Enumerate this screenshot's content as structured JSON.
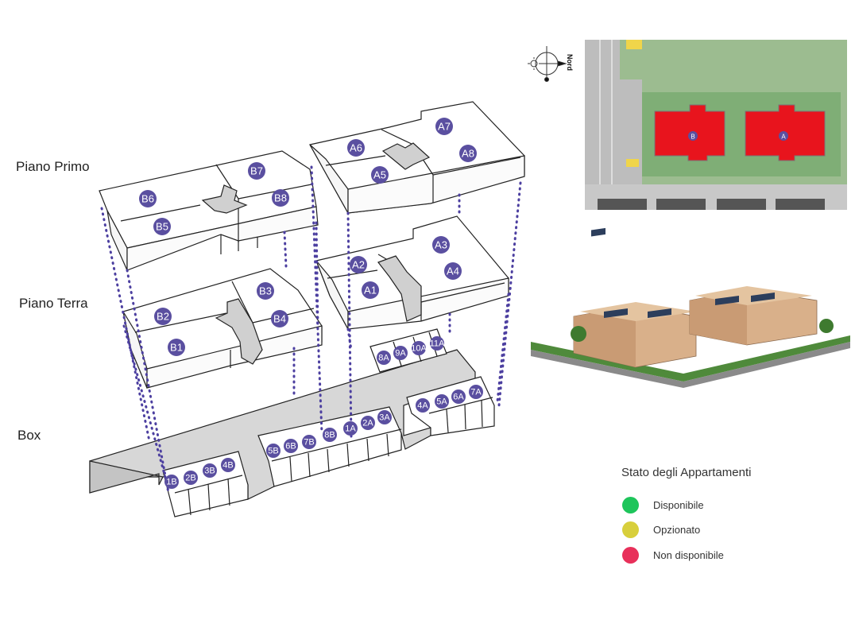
{
  "floors": {
    "primo": "Piano Primo",
    "terra": "Piano Terra",
    "box": "Box"
  },
  "compass": {
    "label": "Nord"
  },
  "siteplan": {
    "building_b": "B",
    "building_a": "A"
  },
  "units": {
    "B6": "B6",
    "B7": "B7",
    "B5": "B5",
    "B8": "B8",
    "A6": "A6",
    "A7": "A7",
    "A5": "A5",
    "A8": "A8",
    "B3": "B3",
    "B2": "B2",
    "B4": "B4",
    "B1": "B1",
    "A2": "A2",
    "A3": "A3",
    "A1": "A1",
    "A4": "A4"
  },
  "boxes": {
    "8A": "8A",
    "9A": "9A",
    "10A": "10A",
    "11A": "11A",
    "4A": "4A",
    "5A": "5A",
    "6A": "6A",
    "7A": "7A",
    "1A": "1A",
    "2A": "2A",
    "3A": "3A",
    "5B": "5B",
    "6B": "6B",
    "7B": "7B",
    "8B": "8B",
    "1B": "1B",
    "2B": "2B",
    "3B": "3B",
    "4B": "4B"
  },
  "legend": {
    "title": "Stato degli Appartamenti",
    "items": [
      {
        "label": "Disponibile",
        "color": "#1ec55b"
      },
      {
        "label": "Opzionato",
        "color": "#d8cf3c"
      },
      {
        "label": "Non disponibile",
        "color": "#e8305a"
      }
    ]
  },
  "colors": {
    "unit_marker": "#5a4fa0",
    "siteplan_building": "#e8141d",
    "siteplan_grass": "#9cbc90"
  }
}
